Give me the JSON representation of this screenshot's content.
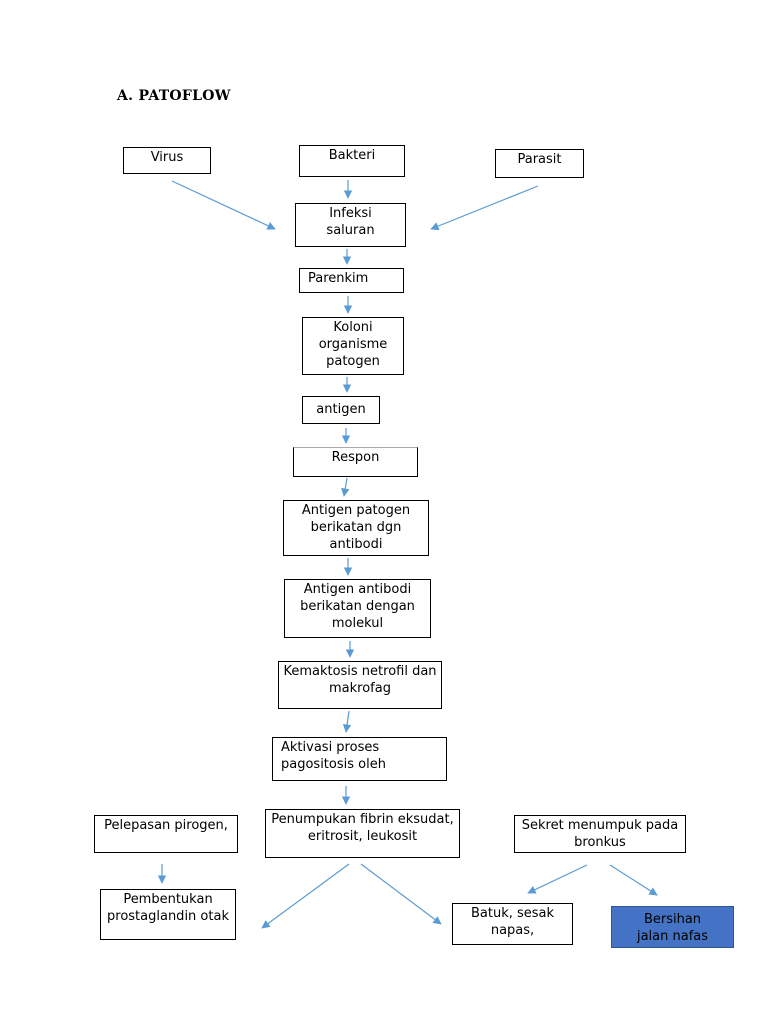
{
  "heading": "A.  PATOFLOW",
  "nodes": {
    "virus": "Virus",
    "bakteri": "Bakteri",
    "parasit": "Parasit",
    "infeksi": "Infeksi saluran",
    "parenkim": "Parenkim",
    "koloni": "Koloni organisme patogen",
    "antigen": "antigen",
    "respon": "Respon",
    "antigen_patogen": "Antigen patogen berikatan dgn antibodi",
    "antigen_antibodi": "Antigen antibodi berikatan dengan molekul",
    "kemaktosis": "Kemaktosis netrofil dan makrofag",
    "aktivasi": "Aktivasi proses pagositosis oleh",
    "penumpukan": "Penumpukan fibrin eksudat, eritrosit, leukosit",
    "pelepasan": "Pelepasan pirogen,",
    "sekret": "Sekret menumpuk pada bronkus",
    "pembentukan": "Pembentukan prostaglandin otak",
    "batuk": "Batuk, sesak napas,",
    "bersihan": "Bersihan jalan nafas"
  },
  "colors": {
    "arrow": "#5b9bd5",
    "highlight_fill": "#4472c4"
  }
}
